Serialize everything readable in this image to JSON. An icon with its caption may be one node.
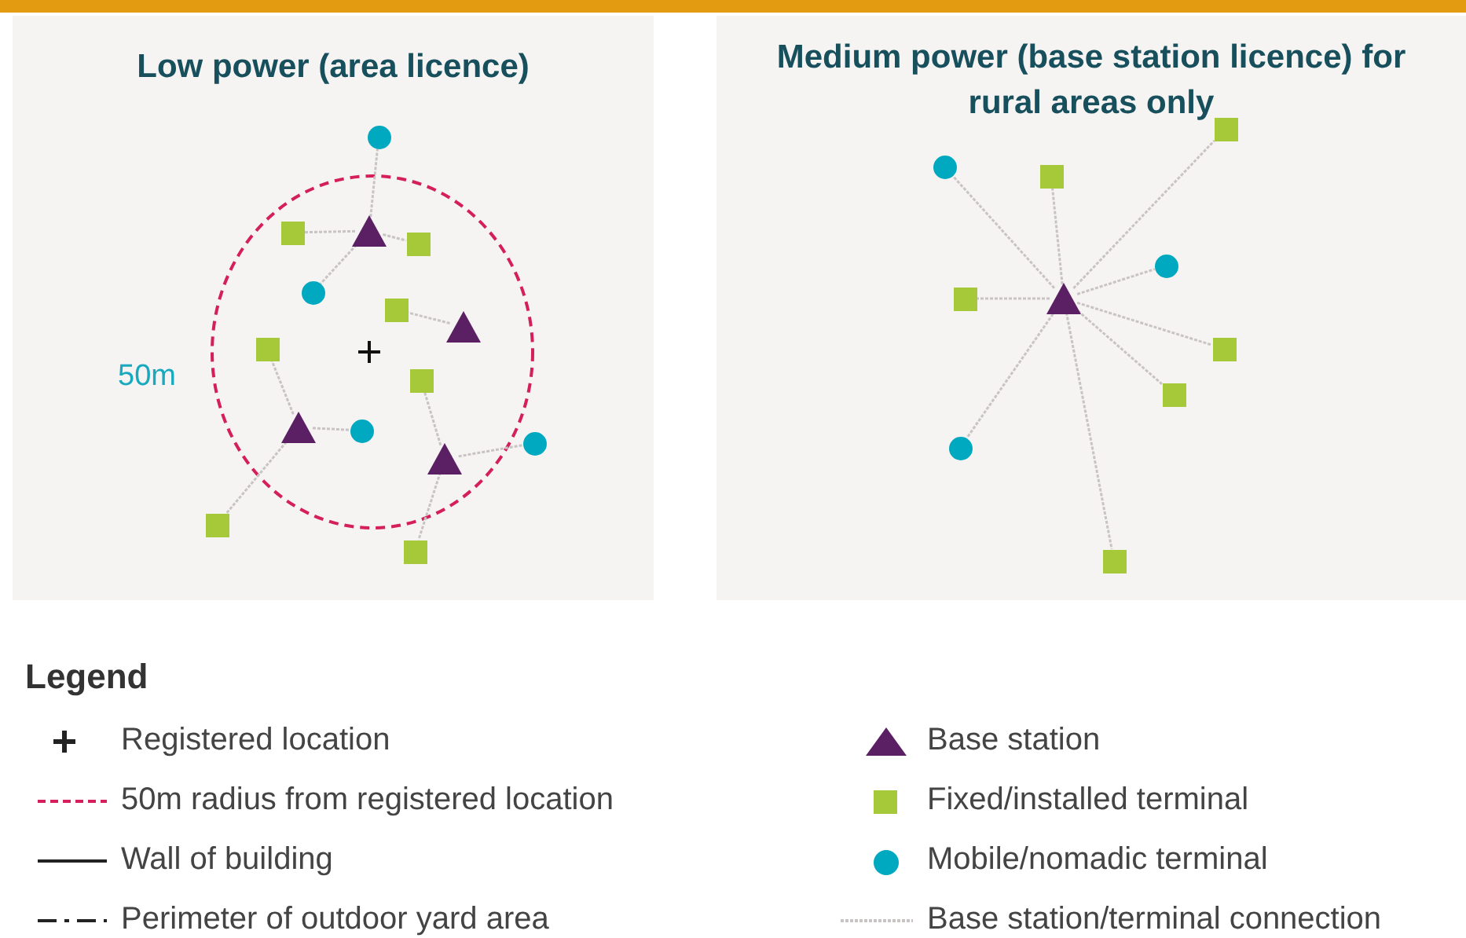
{
  "diagram": {
    "nodes": [
      {
        "text": [
          "Low power (area licence)"
        ]
      },
      {
        "text": [
          "Medium power (base station licence) for rural areas only"
        ]
      },
      {
        "text": [],
        "shape": "circle",
        "in": 0
      },
      {
        "text": [],
        "shape": "triangle",
        "in": 0
      },
      {
        "text": [],
        "shape": "box",
        "in": 0
      },
      {
        "text": [],
        "shape": "box",
        "in": 0
      },
      {
        "text": [],
        "shape": "circle",
        "in": 0
      },
      {
        "text": [],
        "shape": "box",
        "in": 0
      },
      {
        "text": [],
        "shape": "triangle",
        "in": 0
      },
      {
        "text": [],
        "shape": "box",
        "in": 0
      },
      {
        "text": [],
        "shape": "box",
        "in": 0
      },
      {
        "text": [],
        "shape": "triangle",
        "in": 0
      },
      {
        "text": [],
        "shape": "circle",
        "in": 0
      },
      {
        "text": [],
        "shape": "circle",
        "in": 0
      },
      {
        "text": [],
        "shape": "triangle",
        "in": 0
      },
      {
        "text": [],
        "shape": "box",
        "in": 0
      },
      {
        "text": [],
        "shape": "box",
        "in": 0
      },
      {
        "text": [],
        "shape": "box",
        "in": 1
      },
      {
        "text": [],
        "shape": "circle",
        "in": 1
      },
      {
        "text": [],
        "shape": "box",
        "in": 1
      },
      {
        "text": [],
        "shape": "circle",
        "in": 1
      },
      {
        "text": [],
        "shape": "triangle",
        "in": 1
      },
      {
        "text": [],
        "shape": "box",
        "in": 1
      },
      {
        "text": [],
        "shape": "box",
        "in": 1
      },
      {
        "text": [],
        "shape": "box",
        "in": 1
      },
      {
        "text": [],
        "shape": "circle",
        "in": 1
      },
      {
        "text": [],
        "shape": "box",
        "in": 1
      }
    ],
    "edges": [
      {
        "from": 3,
        "to": 2,
        "arrow": "none"
      },
      {
        "from": 3,
        "to": 4,
        "arrow": "none"
      },
      {
        "from": 3,
        "to": 5,
        "arrow": "none"
      },
      {
        "from": 3,
        "to": 6,
        "arrow": "none"
      },
      {
        "from": 8,
        "to": 7,
        "arrow": "none"
      },
      {
        "from": 11,
        "to": 9,
        "arrow": "none"
      },
      {
        "from": 11,
        "to": 12,
        "arrow": "none"
      },
      {
        "from": 11,
        "to": 15,
        "arrow": "none"
      },
      {
        "from": 14,
        "to": 10,
        "arrow": "none"
      },
      {
        "from": 14,
        "to": 13,
        "arrow": "none"
      },
      {
        "from": 14,
        "to": 16,
        "arrow": "none"
      },
      {
        "from": 21,
        "to": 17,
        "arrow": "none"
      },
      {
        "from": 21,
        "to": 18,
        "arrow": "none"
      },
      {
        "from": 21,
        "to": 19,
        "arrow": "none"
      },
      {
        "from": 21,
        "to": 20,
        "arrow": "none"
      },
      {
        "from": 21,
        "to": 22,
        "arrow": "none"
      },
      {
        "from": 21,
        "to": 23,
        "arrow": "none"
      },
      {
        "from": 21,
        "to": 24,
        "arrow": "none"
      },
      {
        "from": 21,
        "to": 25,
        "arrow": "none"
      },
      {
        "from": 21,
        "to": 26,
        "arrow": "none"
      }
    ],
    "labels": [
      "50m",
      "Legend"
    ],
    "legend": [
      {
        "text": "Registered location"
      },
      {
        "text": "50m radius from registered location"
      },
      {
        "text": "Wall of building"
      },
      {
        "text": "Perimeter of outdoor yard area"
      },
      {
        "text": "Base station",
        "color": "#5b1f63"
      },
      {
        "text": "Fixed/installed terminal",
        "color": "#a6c93a"
      },
      {
        "text": "Mobile/nomadic terminal",
        "color": "#00a9bf"
      },
      {
        "text": "Base station/terminal connection"
      }
    ]
  }
}
